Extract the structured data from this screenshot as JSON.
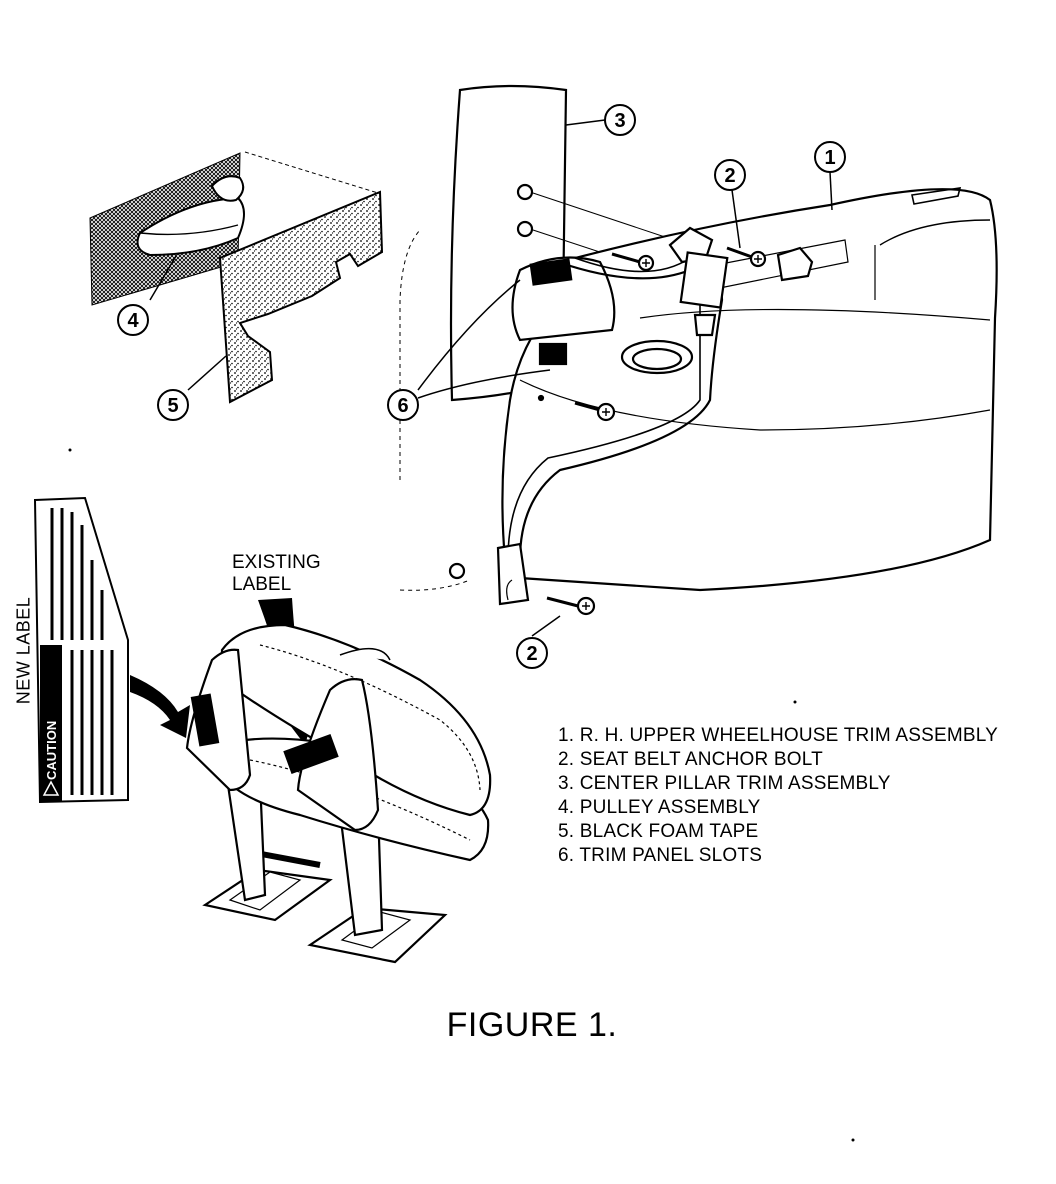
{
  "callouts": {
    "c1": "1",
    "c2a": "2",
    "c2b": "2",
    "c3": "3",
    "c4": "4",
    "c5": "5",
    "c6": "6"
  },
  "labels": {
    "existing_line1": "EXISTING",
    "existing_line2": "LABEL",
    "new_label": "NEW LABEL",
    "caution": "CAUTION"
  },
  "legend": [
    "1. R. H. UPPER WHEELHOUSE TRIM ASSEMBLY",
    "2. SEAT BELT ANCHOR BOLT",
    "3. CENTER PILLAR TRIM ASSEMBLY",
    "4. PULLEY ASSEMBLY",
    "5. BLACK FOAM TAPE",
    "6. TRIM PANEL SLOTS"
  ],
  "caption": "FIGURE 1."
}
